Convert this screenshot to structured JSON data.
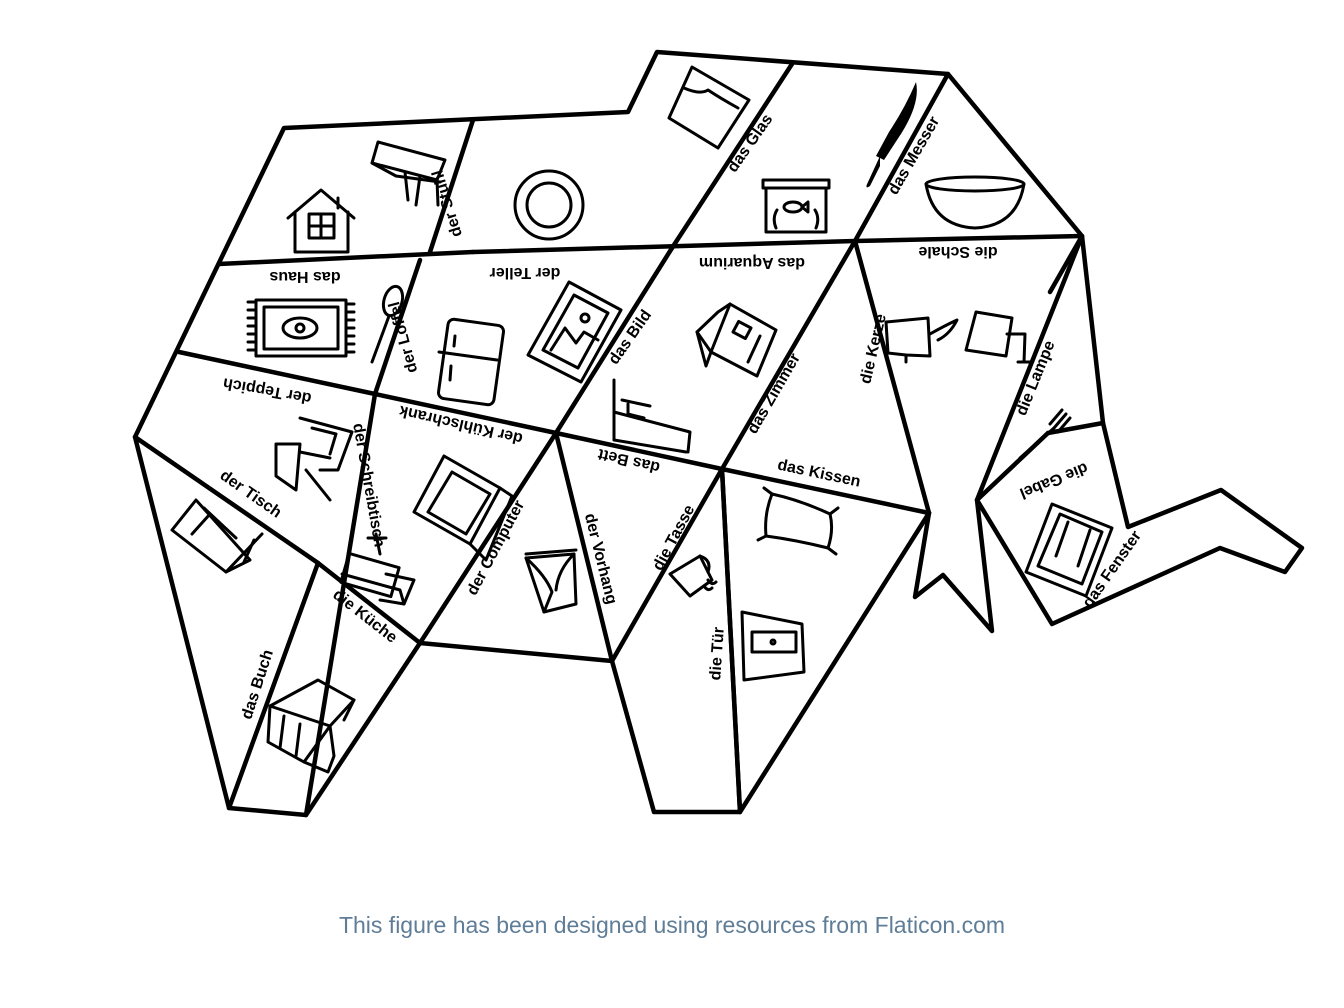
{
  "words": {
    "haus": "das Haus",
    "stuhl": "der Stuhl",
    "teller": "der Teller",
    "glas": "das Glas",
    "messer": "das Messer",
    "aquarium": "das Aquarium",
    "schale": "die Schale",
    "teppich": "der Teppich",
    "loeffel": "der Löffel",
    "bild": "das Bild",
    "kuehlschrank": "der Kühlschrank",
    "zimmer": "das Zimmer",
    "kerze": "die Kerze",
    "lampe": "die Lampe",
    "tisch": "der Tisch",
    "schreibtisch": "der Schreibtisch",
    "bett": "das Bett",
    "kissen": "das Kissen",
    "gabel": "die Gabel",
    "computer": "der Computer",
    "vorhang": "der Vorhang",
    "tasse": "die Tasse",
    "fenster": "das Fenster",
    "kueche": "die Küche",
    "buch": "das Buch",
    "tuer": "die Tür"
  },
  "icons": [
    "house-icon",
    "chair-icon",
    "plate-icon",
    "glass-icon",
    "knife-icon",
    "aquarium-icon",
    "bowl-icon",
    "rug-icon",
    "spoon-icon",
    "fridge-icon",
    "picture-icon",
    "room-icon",
    "candle-icon",
    "lamp-icon",
    "table-icon",
    "desk-icon",
    "bed-icon",
    "pillow-icon",
    "fork-icon",
    "computer-icon",
    "curtain-icon",
    "cup-icon",
    "window-icon",
    "kitchen-icon",
    "book-icon",
    "door-icon"
  ],
  "credit": "This figure has been designed using resources from Flaticon.com"
}
